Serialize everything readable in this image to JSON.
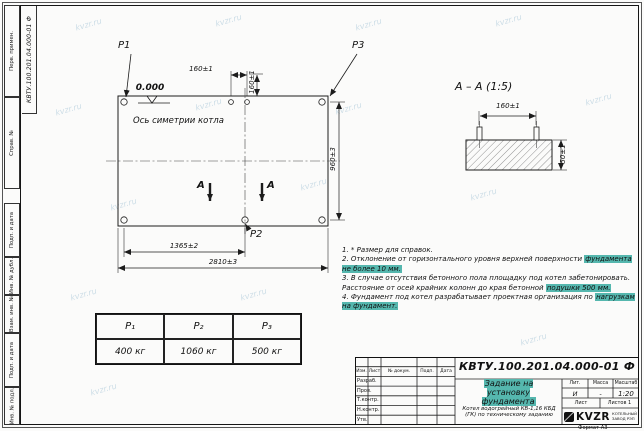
{
  "watermark": "kvzr.ru",
  "frame": {
    "top_code": "КВТУ.100.201.04.000-01  Ф",
    "left_fields": [
      "Перв. примен.",
      "Справ. №",
      "Подп. и дата",
      "Инв. № дубл.",
      "Взам. инв. №",
      "Подп. и дата",
      "Инв. № подл."
    ],
    "format_label": "Формат А3"
  },
  "plan": {
    "p1": "P1",
    "p2": "P2",
    "p3": "P3",
    "elevation": "0.000",
    "axis_label": "Ось симетрии котла",
    "dim_top_h": "160±1",
    "dim_top_v": "160±1",
    "dim_right": "960±3",
    "dim_bottom_inner": "1365±2",
    "dim_bottom_outer": "2810±3",
    "section_letter_left": "A",
    "section_letter_right": "A"
  },
  "section_view": {
    "title": "А – А (1:5)",
    "dim_width": "160±1",
    "dim_height": "50±1"
  },
  "notes": [
    {
      "pre": "1. * Размер для справок.",
      "hl": ""
    },
    {
      "pre": "2. Отклонение от горизонтального уровня верхней поверхности ",
      "hl": "фундамента не более 10 мм."
    },
    {
      "pre": "3. В случае отсутствия бетонного пола площадку под котел забетонировать. Расстояние от осей крайних колонн до края бетонной ",
      "hl": "подушки 500 мм."
    },
    {
      "pre": "4. Фундамент под котел разрабатывает проектная организация по ",
      "hl": "нагрузкам на фундамент."
    }
  ],
  "load_table": {
    "headers": [
      "P₁",
      "P₂",
      "P₃"
    ],
    "values": [
      "400 кг",
      "1060 кг",
      "500 кг"
    ]
  },
  "title_block": {
    "designation": "КВТУ.100.201.04.000-01  Ф",
    "change_header": [
      "Изм.",
      "Лист",
      "№ докум.",
      "Подп.",
      "Дата"
    ],
    "sign_rows": [
      "Разраб.",
      "Пров.",
      "Т.контр.",
      "Н.контр.",
      "Утв."
    ],
    "doc_title": "Задание на установку фундамента",
    "product": "Котел водогрейный КВ-1,16 КБД (ГК) по техническому заданию",
    "lit_header": "Лит.",
    "mass_header": "Масса",
    "scale_header": "Масштаб",
    "lit_value": "И",
    "mass_value": "-",
    "scale_value": "1:20",
    "sheet_label": "Лист",
    "sheets_label": "Листов",
    "sheets_value": "1",
    "logo_text": "KVZR",
    "logo_sub1": "КОТЕЛЬНЫЙ",
    "logo_sub2": "ЗАВОД РЭП"
  },
  "colors": {
    "highlight": "#55b7ae",
    "line": "#1c1c1c",
    "watermark": "#9fc0d4"
  }
}
